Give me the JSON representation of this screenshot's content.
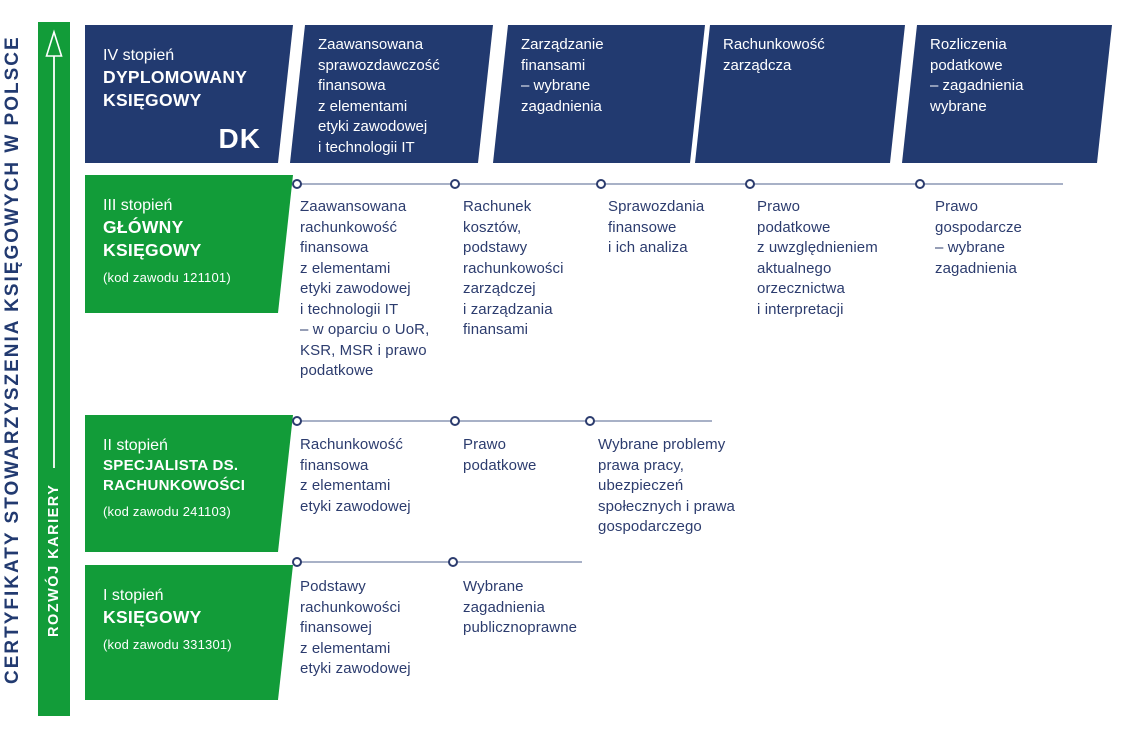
{
  "sidebar": {
    "title": "CERTYFIKATY STOWARZYSZENIA KSIĘGOWYCH W POLSCE",
    "career_label": "ROZWÓJ KARIERY"
  },
  "colors": {
    "navy": "#223A70",
    "green": "#129C39",
    "text_navy": "#2C3C6E",
    "timeline_line": "#A8B1C7",
    "white": "#FFFFFF"
  },
  "icons": {
    "up_arrow": "up-arrow-icon",
    "timeline_dot": "timeline-dot-icon"
  },
  "levels": [
    {
      "name": "IV stopień",
      "title": "DYPLOMOWANY\nKSIĘGOWY",
      "badge": "DK",
      "subjects": [
        "Zaawansowana\nsprawozdawczość\nfinansowa\nz elementami\netyki zawodowej\ni technologii IT",
        "Zarządzanie\nfinansami\n– wybrane\nzagadnienia",
        "Rachunkowość\nzarządcza",
        "Rozliczenia\npodatkowe\n– zagadnienia\nwybrane"
      ]
    },
    {
      "name": "III stopień",
      "title": "GŁÓWNY\nKSIĘGOWY",
      "code": "(kod zawodu 121101)",
      "subjects": [
        "Zaawansowana\nrachunkowość\nfinansowa\nz elementami\netyki zawodowej\ni technologii IT\n– w oparciu o UoR,\nKSR, MSR i prawo\npodatkowe",
        "Rachunek\nkosztów,\npodstawy\nrachunkowości\nzarządczej\ni zarządzania\nfinansami",
        "Sprawozdania\nfinansowe\ni ich analiza",
        "Prawo\npodatkowe\nz uwzględnieniem\naktualnego\norzecznictwa\ni interpretacji",
        "Prawo\ngospodarcze\n– wybrane\nzagadnienia"
      ]
    },
    {
      "name": "II stopień",
      "title": "SPECJALISTA DS.\nRACHUNKOWOŚCI",
      "code": "(kod zawodu 241103)",
      "subjects": [
        "Rachunkowość\nfinansowa\nz elementami\netyki zawodowej",
        "Prawo\npodatkowe",
        "Wybrane problemy\nprawa pracy,\nubezpieczeń\nspołecznych i prawa\ngospodarczego"
      ]
    },
    {
      "name": "I stopień",
      "title": "KSIĘGOWY",
      "code": "(kod zawodu 331301)",
      "subjects": [
        "Podstawy\nrachunkowości\nfinansowej\nz elementami\netyki zawodowej",
        "Wybrane\nzagadnienia\npublicznoprawne"
      ]
    }
  ]
}
